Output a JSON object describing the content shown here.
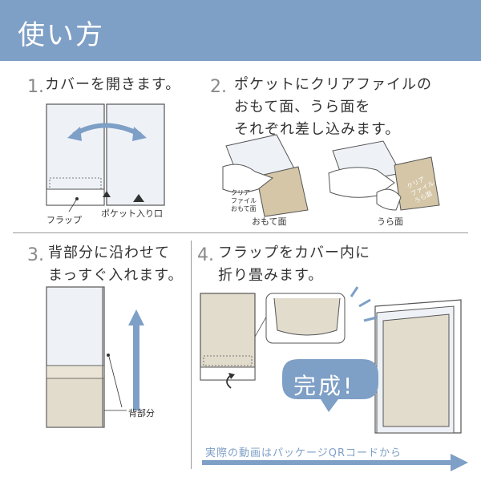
{
  "header": {
    "title": "使い方"
  },
  "steps": [
    {
      "number": "1.",
      "lines": [
        "カバーを開きます。"
      ]
    },
    {
      "number": "2.",
      "lines": [
        "ポケットにクリアファイルの",
        "おもて面、うら面を",
        "それぞれ差し込みます。"
      ]
    },
    {
      "number": "3.",
      "lines": [
        "背部分に沿わせて",
        "まっすぐ入れます。"
      ]
    },
    {
      "number": "4.",
      "lines": [
        "フラップをカバー内に",
        "折り畳みます。"
      ]
    }
  ],
  "step1_labels": {
    "flap": "フラップ",
    "pocket": "ポケット入り口"
  },
  "step2_labels": {
    "clear_file": [
      "クリア",
      "ファイル",
      "おもて面"
    ],
    "clear_file_back": [
      "クリア",
      "ファイル",
      "うら面"
    ],
    "front": "おもて面",
    "back": "うら面"
  },
  "step3_labels": {
    "spine": "背部分"
  },
  "complete": "完成!",
  "footer": {
    "text": "実際の動画はパッケージQRコードから"
  },
  "colors": {
    "header": "#7e9fc6",
    "tan": "#e2dccd",
    "cover": "#eef2f7",
    "accent": "#7e9fc6"
  }
}
